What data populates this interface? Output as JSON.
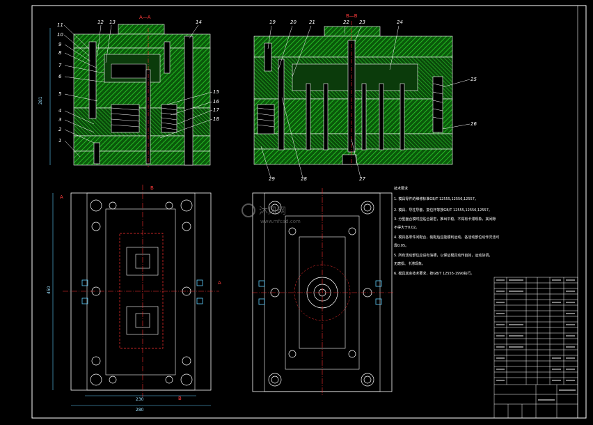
{
  "section_labels": {
    "aa": "A—A",
    "bb": "B—B",
    "a_mark": "A",
    "b_mark": "B"
  },
  "part_numbers_left": [
    "11",
    "10",
    "9",
    "8",
    "7",
    "6",
    "5",
    "4",
    "3",
    "2",
    "1",
    "12",
    "13",
    "14",
    "15",
    "16",
    "17",
    "18"
  ],
  "part_numbers_right": [
    "19",
    "20",
    "21",
    "22",
    "23",
    "24",
    "25",
    "26",
    "27",
    "28",
    "29"
  ],
  "dimensions": {
    "height": "281",
    "width_inner": "230",
    "width_outer": "280",
    "length": "450"
  },
  "notes": [
    "技术要求",
    "1. 模具零件的维修标准GB/T 12555,12556,12557。",
    "2. 模具、导柱导套、复位杆等按GB/T 12555,12556,12557。",
    "3. 分型面合模时应贴合紧密，推出平稳，不得有卡滞现象，其间隙",
    "   不得大于0.02。",
    "4. 模具各零件间配合，装配后应能顺利运动，各活动部位动作灵活可",
    "   靠0.05。",
    "5. 所有活动部位应设有油槽，以保证模具动作自如，运动协调，",
    "   无磨损、卡滞现象。",
    "6. 模具其余技术要求，按GB/T 12555-1990执行。"
  ],
  "watermark": {
    "text": "沐风网",
    "url": "www.mfcad.com"
  },
  "colors": {
    "background": "#000000",
    "hatch_green": "#1fc21f",
    "outline_white": "#ffffff",
    "centerline_red": "#ff3030",
    "dim_cyan": "#5fd0ff",
    "blue": "#3a6cff"
  }
}
